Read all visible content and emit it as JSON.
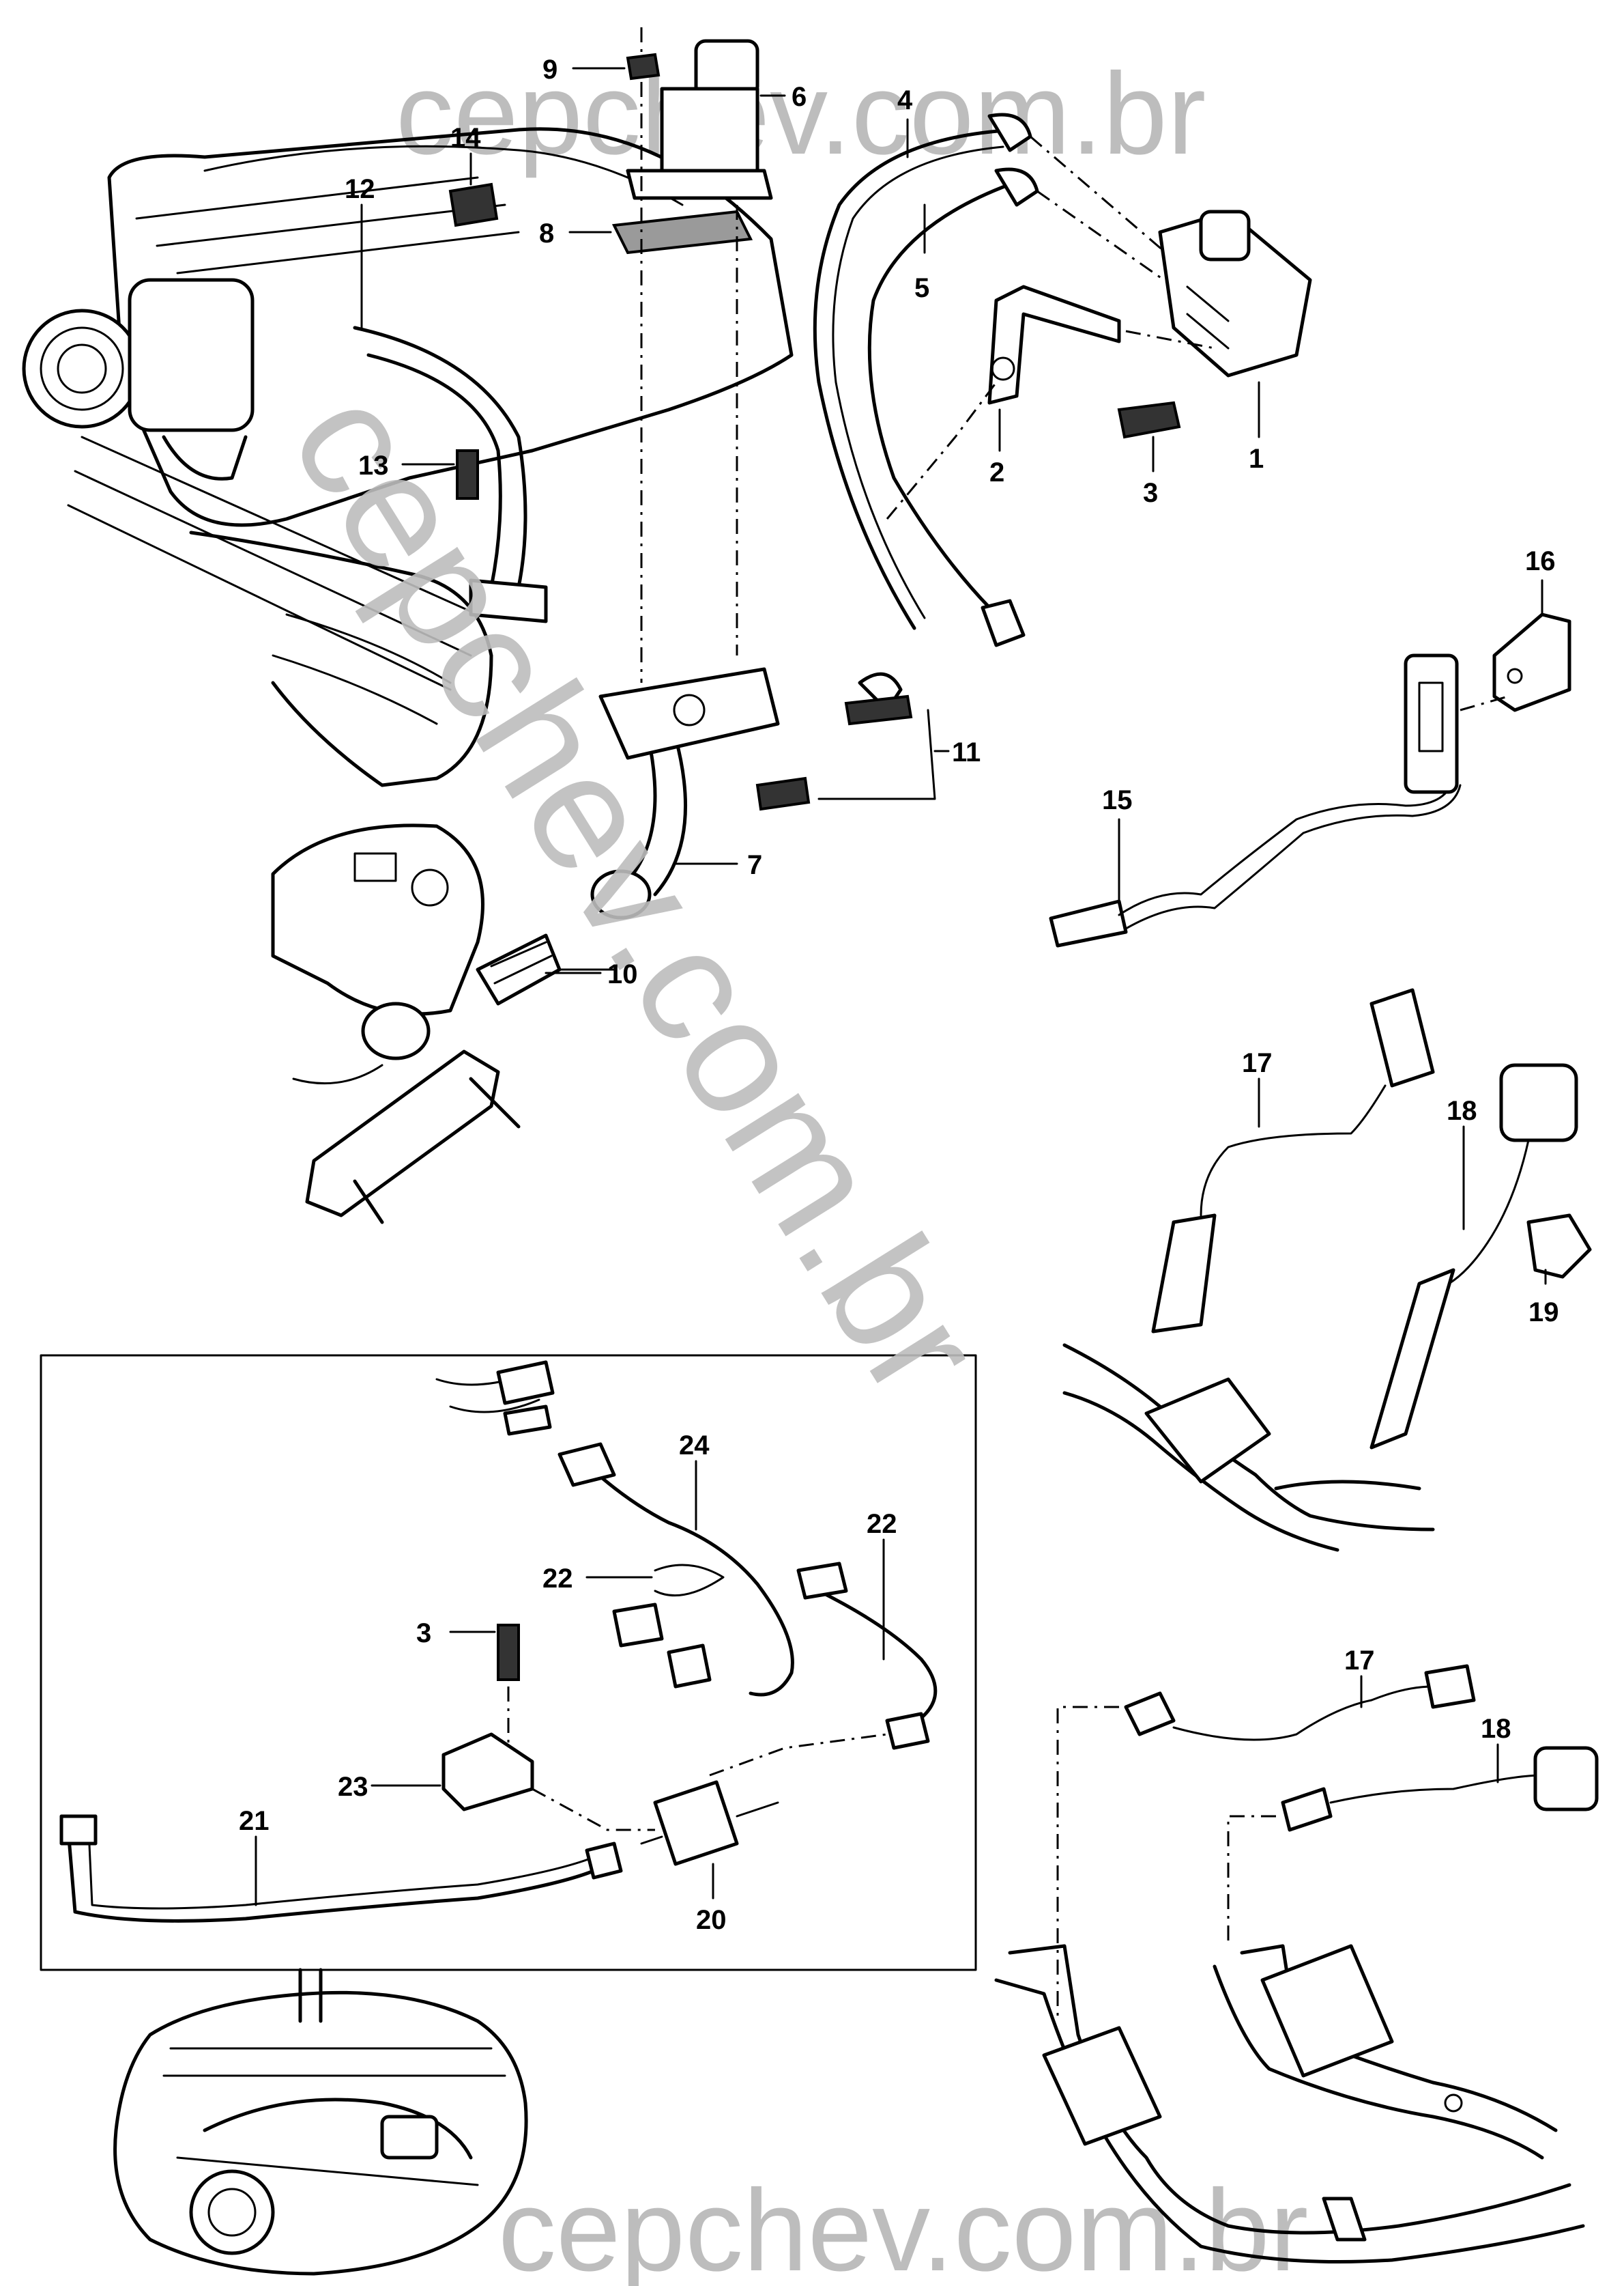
{
  "watermark": {
    "top": "cepchev.com.br",
    "diagonal": "cepchev.com.br",
    "bottom": "cepchev.com.br"
  },
  "callouts": {
    "c1": "1",
    "c2": "2",
    "c3": "3",
    "c3b": "3",
    "c4": "4",
    "c5": "5",
    "c6": "6",
    "c7": "7",
    "c8": "8",
    "c9": "9",
    "c10": "10",
    "c11": "11",
    "c12": "12",
    "c13": "13",
    "c14": "14",
    "c15": "15",
    "c16": "16",
    "c17": "17",
    "c17b": "17",
    "c18": "18",
    "c18b": "18",
    "c19": "19",
    "c20": "20",
    "c21": "21",
    "c22": "22",
    "c22b": "22",
    "c23": "23",
    "c24": "24"
  }
}
